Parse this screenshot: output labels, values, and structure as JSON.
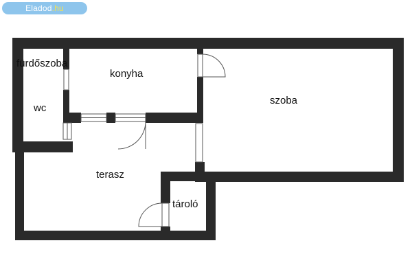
{
  "brand": {
    "name": "Eladod",
    "tld": ".hu"
  },
  "rooms": {
    "bathroom": "fürdőszoba",
    "kitchen": "konyha",
    "wc": "wc",
    "room": "szoba",
    "terrace": "terasz",
    "storage": "tároló"
  },
  "colors": {
    "wall": "#2a2a2a",
    "brand_badge": "#8ec5ec",
    "brand_tld": "#f7e24b"
  }
}
